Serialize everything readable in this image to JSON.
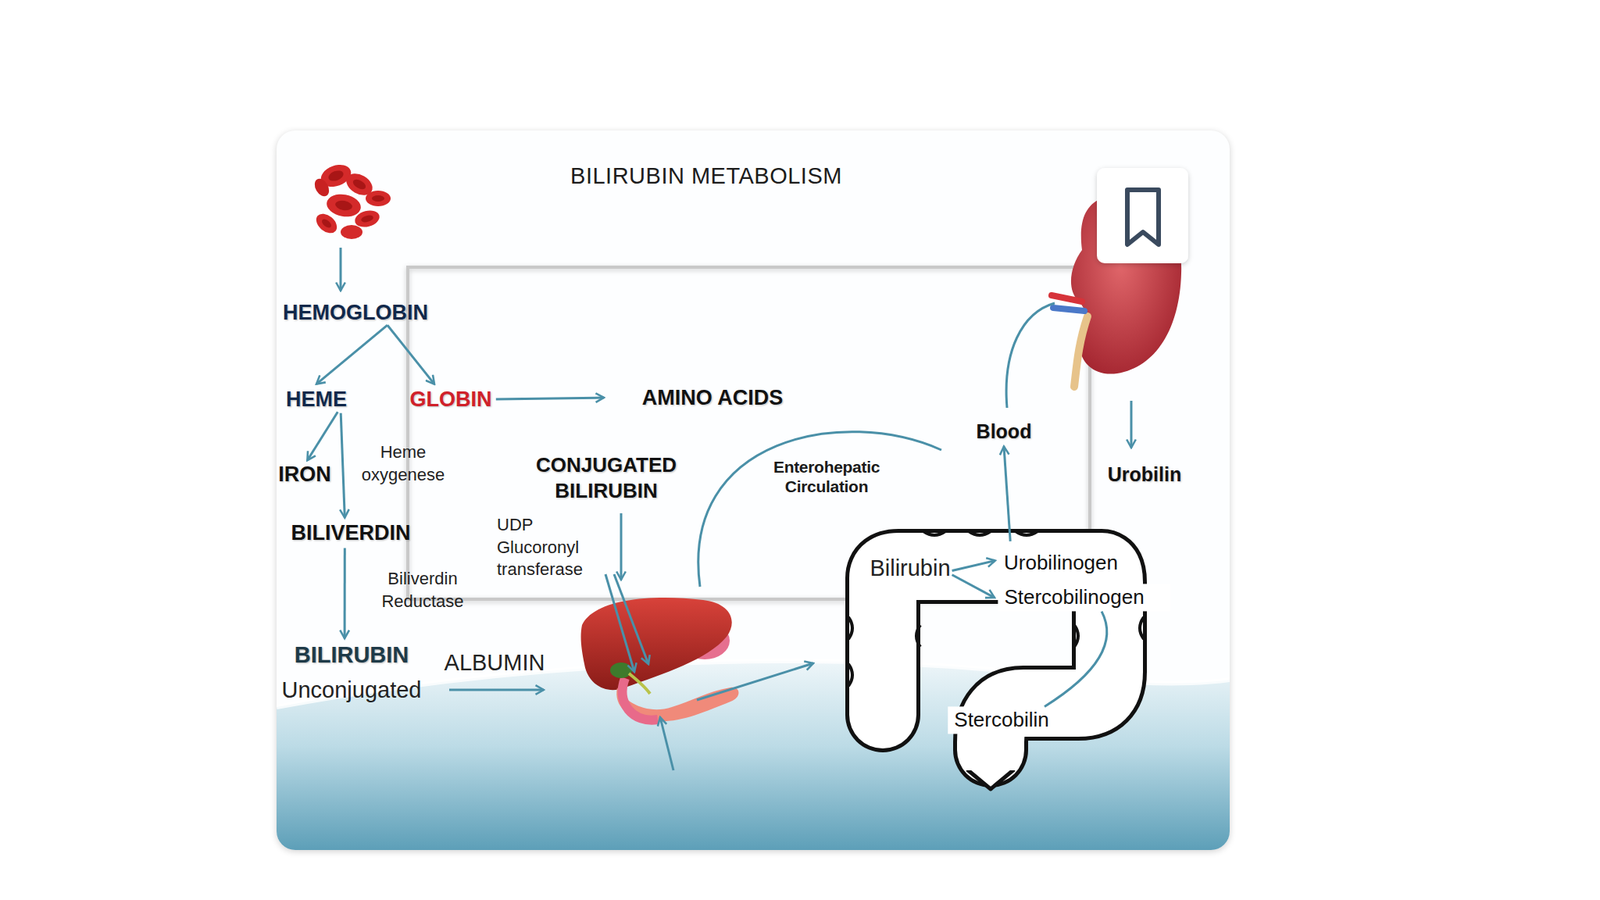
{
  "diagram": {
    "title": "BILIRUBIN METABOLISM",
    "nodes": [
      {
        "text": [
          "HEMOGLOBIN"
        ]
      },
      {
        "text": [
          "HEME"
        ]
      },
      {
        "text": [
          "GLOBIN"
        ]
      },
      {
        "text": [
          "AMINO ACIDS"
        ]
      },
      {
        "text": [
          "IRON"
        ]
      },
      {
        "text": [
          "BILIVERDIN"
        ]
      },
      {
        "text": [
          "BILIRUBIN",
          "Unconjugated"
        ]
      },
      {
        "text": [
          "CONJUGATED BILIRUBIN"
        ]
      },
      {
        "text": [
          "Blood"
        ]
      },
      {
        "text": [
          "Urobilin"
        ]
      },
      {
        "text": [
          "Bilirubin"
        ]
      },
      {
        "text": [
          "Urobilinogen"
        ]
      },
      {
        "text": [
          "Stercobilinogen"
        ]
      },
      {
        "text": [
          "Stercobilin"
        ]
      }
    ],
    "edges": [
      {
        "from": 0,
        "to": 1,
        "arrow": "to"
      },
      {
        "from": 0,
        "to": 2,
        "arrow": "to"
      },
      {
        "from": 2,
        "to": 3,
        "arrow": "to"
      },
      {
        "from": 1,
        "to": 4,
        "arrow": "to"
      },
      {
        "from": 1,
        "to": 5,
        "label": "Heme oxygenese",
        "arrow": "to"
      },
      {
        "from": 5,
        "to": 6,
        "label": "Biliverdin Reductase",
        "arrow": "to"
      },
      {
        "from": 10,
        "to": 11,
        "arrow": "to"
      },
      {
        "from": 10,
        "to": 12,
        "arrow": "to"
      },
      {
        "from": 12,
        "to": 13,
        "arrow": "none"
      },
      {
        "from": 11,
        "to": 8,
        "arrow": "to"
      }
    ],
    "labels": [
      "ALBUMIN",
      "UDP Glucoronyl transferase",
      "Enterohepatic Circulation"
    ]
  }
}
